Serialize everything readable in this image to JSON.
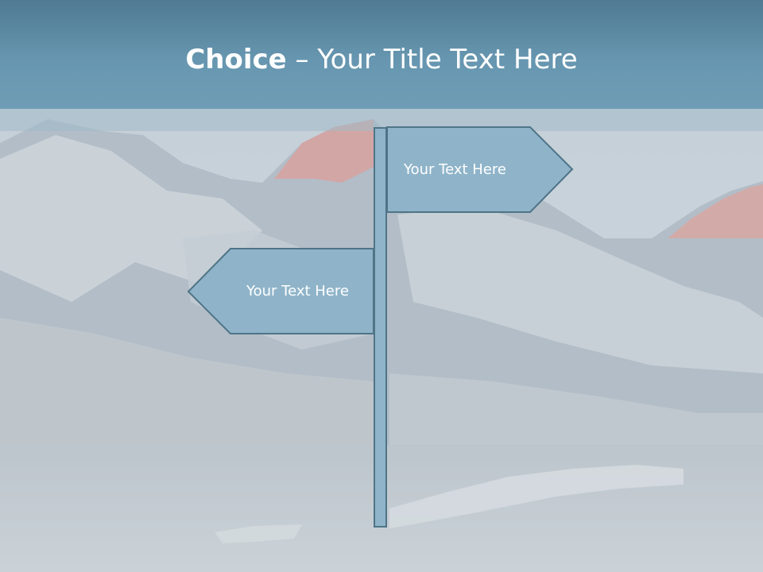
{
  "slide": {
    "title_bold": "Choice",
    "title_rest": " – Your Title Text Here"
  },
  "signs": {
    "right_label": "Your Text Here",
    "left_label": "Your Text Here"
  },
  "colors": {
    "title_bar": "#6796b0",
    "sign_fill": "#8fb4c9",
    "sign_stroke": "#4f7487",
    "background_wash": "#c9d3d8"
  },
  "background": {
    "description_icon": "mountain-landscape-image"
  }
}
